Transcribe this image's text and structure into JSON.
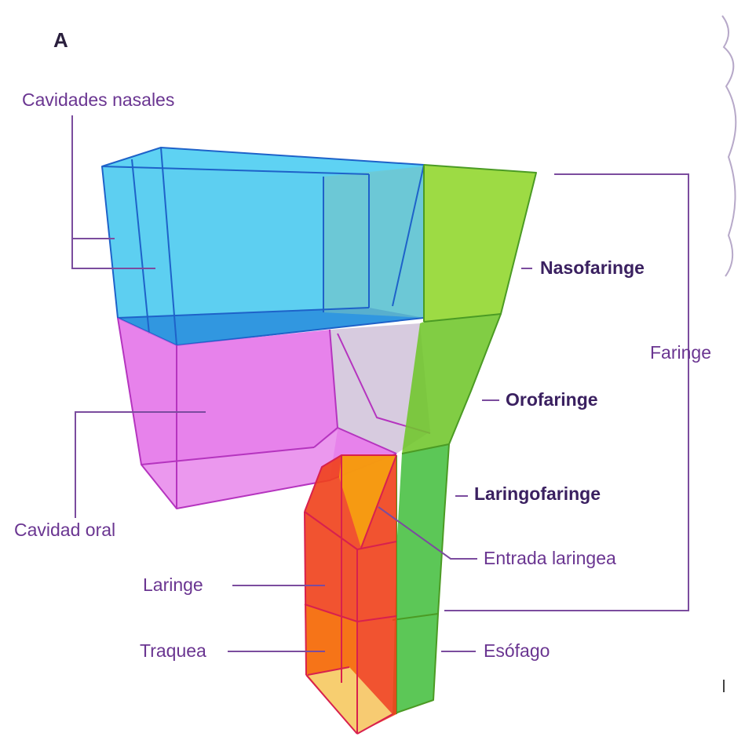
{
  "figure": {
    "panel_letter": "A"
  },
  "labels": {
    "cavidades_nasales": "Cavidades nasales",
    "nasofaringe": "Nasofaringe",
    "faringe": "Faringe",
    "orofaringe": "Orofaringe",
    "laringofaringe": "Laringofaringe",
    "cavidad_oral": "Cavidad oral",
    "entrada_laringea": "Entrada laringea",
    "laringe": "Laringe",
    "traquea": "Traquea",
    "esofago": "Esófago"
  },
  "colors": {
    "nasal": "#35c3ee",
    "oral": "#e05fe6",
    "pharynx": "#7ed12c",
    "larynx": "#f0401a",
    "label_text": "#6a3591",
    "leader": "#7b4c9e"
  }
}
